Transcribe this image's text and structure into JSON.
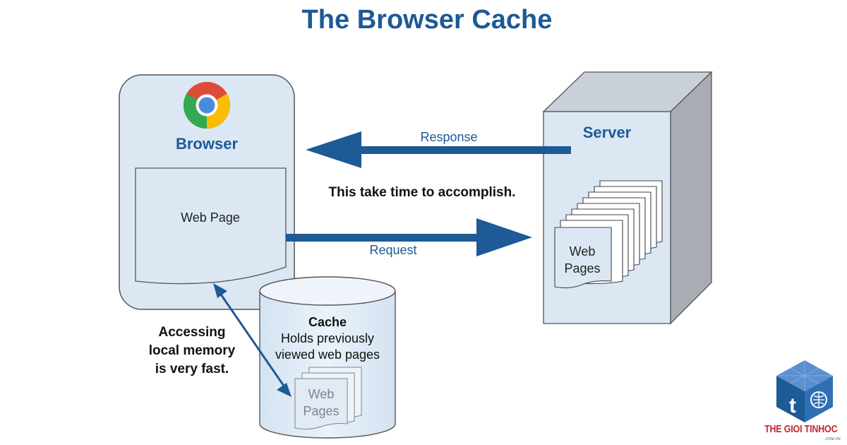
{
  "title": "The Browser Cache",
  "browser": {
    "label": "Browser",
    "page_label": "Web Page"
  },
  "server": {
    "label": "Server",
    "pages_line1": "Web",
    "pages_line2": "Pages"
  },
  "cache": {
    "label": "Cache",
    "desc_line1": "Holds previously",
    "desc_line2": "viewed web pages",
    "pages_line1": "Web",
    "pages_line2": "Pages"
  },
  "arrows": {
    "response_label": "Response",
    "request_label": "Request"
  },
  "notes": {
    "slow": "This take time to accomplish.",
    "fast_line1": "Accessing",
    "fast_line2": "local memory",
    "fast_line3": "is very fast."
  },
  "watermark": {
    "brand": "THE GIOI TINHOC",
    "domain": ".COM.VN"
  },
  "colors": {
    "title": "#1d5a96",
    "accent": "#1d5a96",
    "box_fill": "#dbe8f4",
    "outline": "#555555"
  }
}
